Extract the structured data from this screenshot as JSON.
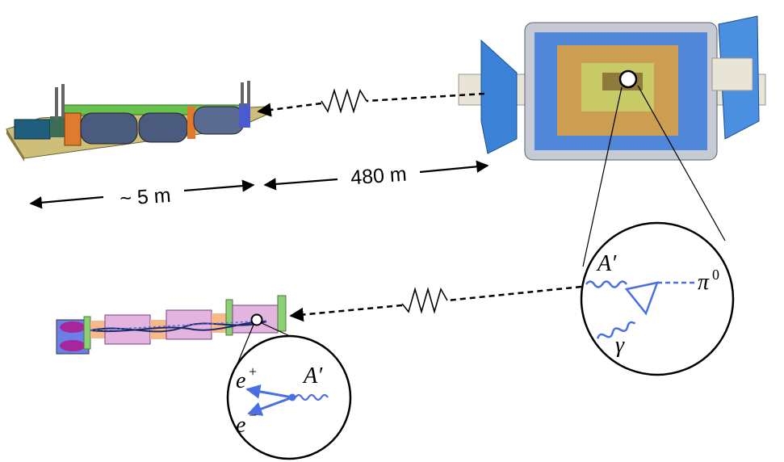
{
  "distances": {
    "short": "~ 5 m",
    "long": "480 m"
  },
  "upper_diagram": {
    "particles": {
      "dark_photon": "A′",
      "pion_symbol": "π",
      "pion_charge": "0",
      "photon": "γ"
    }
  },
  "lower_diagram": {
    "particles": {
      "positron_symbol": "e",
      "positron_charge": "+",
      "electron_symbol": "e",
      "electron_charge": "−",
      "dark_photon": "A′"
    }
  },
  "colors": {
    "feynman_blue": "#4a6fe3",
    "atlas_blue": "#3b82d6",
    "atlas_orange": "#f5a623",
    "detector_purple": "#e2b4de",
    "detector_green": "#8ccf74",
    "detector_orange": "#f6b98a"
  }
}
